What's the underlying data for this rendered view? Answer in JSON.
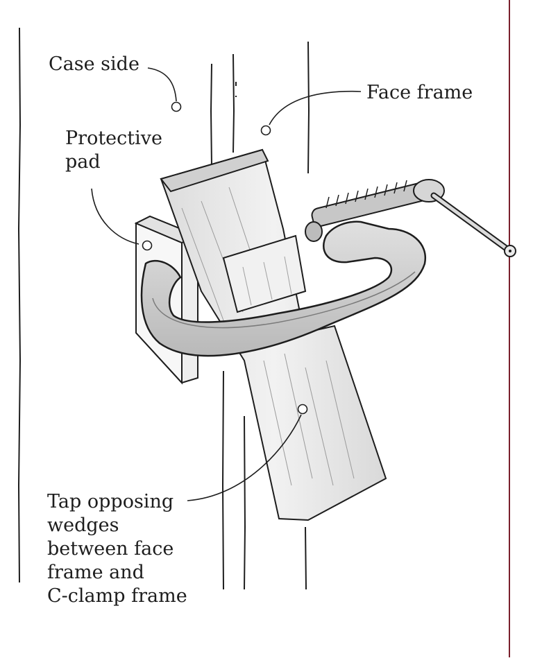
{
  "labels": {
    "case_side": "Case side",
    "face_frame": "Face frame",
    "protective_pad": [
      "Protective",
      "pad"
    ],
    "wedges": [
      "Tap opposing",
      "wedges",
      "between face",
      "frame and",
      "C-clamp frame"
    ]
  },
  "colors": {
    "ink": "#1d1d1d",
    "edge_line": "#7a1f2b",
    "wood_fill": "#e9e9e9",
    "wood_shade": "#d4d4d4",
    "clamp_fill": "#cfcfcf",
    "clamp_dark": "#a9a9a9"
  }
}
